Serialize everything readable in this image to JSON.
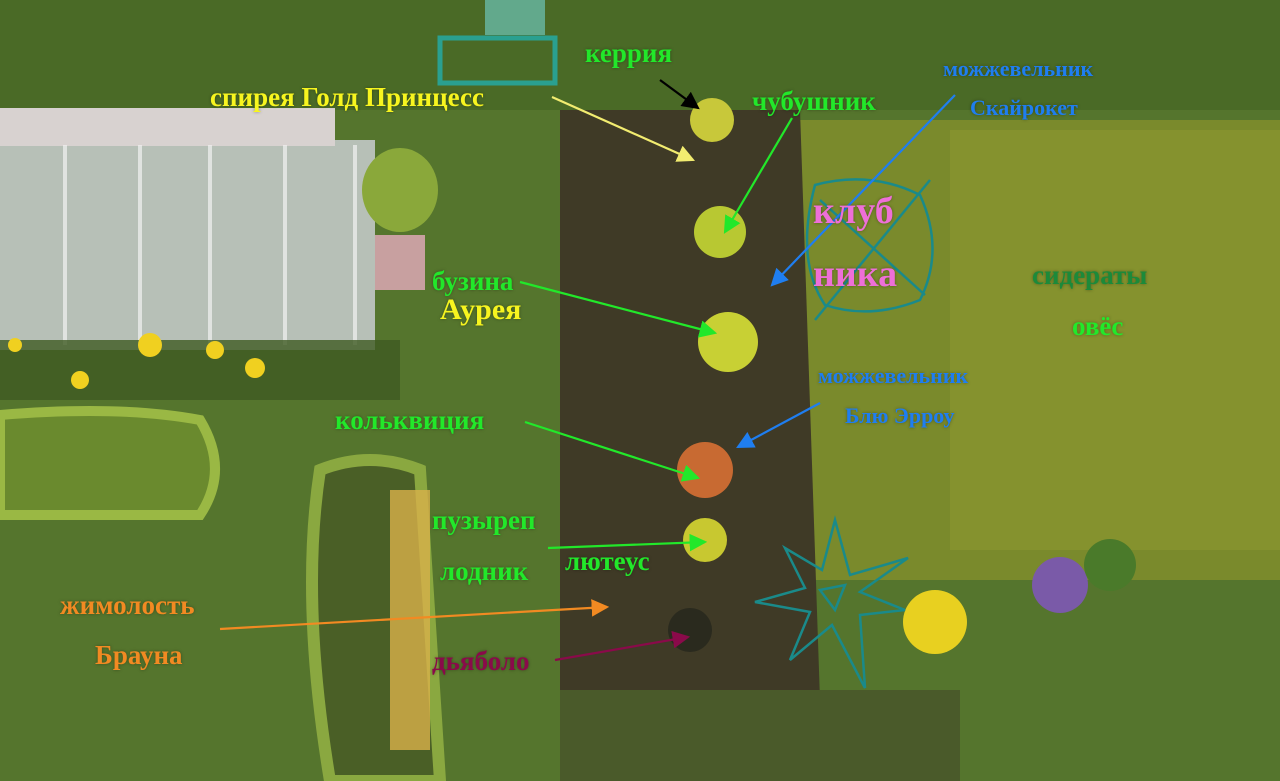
{
  "labels": {
    "kerria": "керрия",
    "spiraea": "спирея Голд Принцесс",
    "philadelphus": "чубушник",
    "juniper_skyrocket_1": "можжевельник",
    "juniper_skyrocket_2": "Скайрокет",
    "strawberry_1": "клуб",
    "strawberry_2": "ника",
    "elder_1": "бузина",
    "elder_2": "Аурея",
    "green_manure": "сидераты",
    "oats": "овёс",
    "juniper_blue_1": "можжевельник",
    "juniper_blue_2": "Блю Эрроу",
    "kolkwitzia": "кольквиция",
    "physocarpus_1": "пузыреп",
    "physocarpus_2": "лодник",
    "physocarpus_3": "лютеус",
    "honeysuckle_1": "жимолость",
    "honeysuckle_2": "Брауна",
    "diabolo": "дьяболо"
  },
  "colors": {
    "green": "#22e82a",
    "yellow": "#f7f51f",
    "blue": "#1f7ef0",
    "pink": "#ee6fd8",
    "dark_green": "#1c8a3a",
    "orange": "#f28a22",
    "dark_red": "#8a0a4a",
    "teal_sketch": "#1a8a8a"
  }
}
